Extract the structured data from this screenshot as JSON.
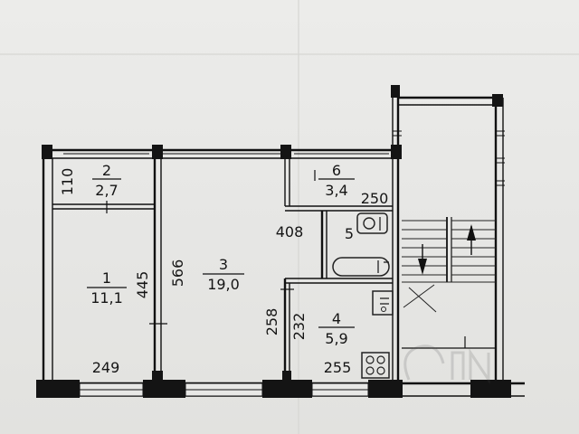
{
  "rooms": [
    {
      "id": "room-1",
      "number": "1",
      "area": "11,1"
    },
    {
      "id": "room-2",
      "number": "2",
      "area": "2,7"
    },
    {
      "id": "room-3",
      "number": "3",
      "area": "19,0"
    },
    {
      "id": "room-4",
      "number": "4",
      "area": "5,9"
    },
    {
      "id": "room-5",
      "number": "5"
    },
    {
      "id": "room-6",
      "number": "6",
      "area": "3,4"
    }
  ],
  "dimensions": {
    "d110": "110",
    "d445": "445",
    "d566": "566",
    "d249": "249",
    "d408": "408",
    "d250": "250",
    "d258": "258",
    "d232": "232",
    "d255": "255"
  },
  "colors": {
    "paper": "#e9e9e7",
    "ink": "#111111"
  }
}
